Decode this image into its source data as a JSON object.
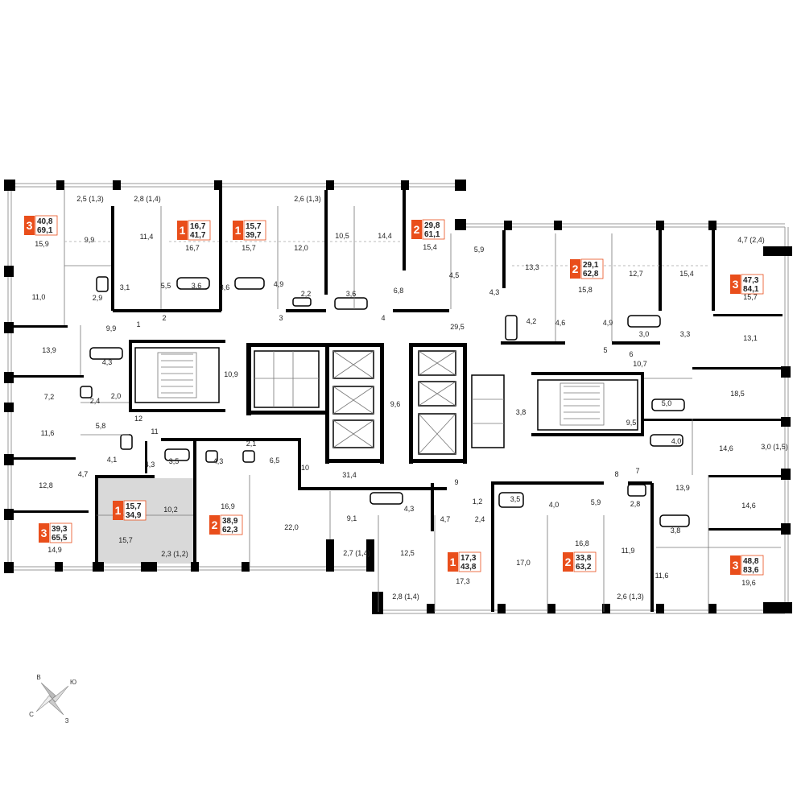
{
  "apartments": [
    {
      "rooms": "3",
      "area_living": "40,8",
      "area_total": "69,1"
    },
    {
      "rooms": "1",
      "area_living": "16,7",
      "area_total": "41,7"
    },
    {
      "rooms": "1",
      "area_living": "15,7",
      "area_total": "39,7"
    },
    {
      "rooms": "2",
      "area_living": "29,8",
      "area_total": "61,1"
    },
    {
      "rooms": "2",
      "area_living": "29,1",
      "area_total": "62,8"
    },
    {
      "rooms": "3",
      "area_living": "47,3",
      "area_total": "84,1"
    },
    {
      "rooms": "1",
      "area_living": "15,7",
      "area_total": "34,9",
      "highlighted": true
    },
    {
      "rooms": "2",
      "area_living": "38,9",
      "area_total": "62,3"
    },
    {
      "rooms": "3",
      "area_living": "39,3",
      "area_total": "65,5"
    },
    {
      "rooms": "1",
      "area_living": "17,3",
      "area_total": "43,8"
    },
    {
      "rooms": "2",
      "area_living": "33,8",
      "area_total": "63,2"
    },
    {
      "rooms": "3",
      "area_living": "48,8",
      "area_total": "83,6"
    }
  ],
  "room_labels": [
    "2,5 (1,3)",
    "2,8 (1,4)",
    "2,6 (1,3)",
    "15,9",
    "9,9",
    "11,4",
    "16,7",
    "15,7",
    "12,0",
    "10,5",
    "14,4",
    "15,4",
    "5,9",
    "13,3",
    "15,8",
    "12,7",
    "15,4",
    "4,7 (2,4)",
    "15,7",
    "11,0",
    "2,9",
    "3,1",
    "5,5",
    "3,6",
    "3,6",
    "4,9",
    "2,2",
    "3,6",
    "6,8",
    "4,5",
    "4,3",
    "4,2",
    "4,6",
    "4,9",
    "3,0",
    "3,3",
    "9,9",
    "29,5",
    "13,1",
    "13,9",
    "4,3",
    "10,9",
    "10,7",
    "9,6",
    "7,2",
    "2,4",
    "2,0",
    "5,8",
    "18,5",
    "5,0",
    "3,8",
    "9,5",
    "11,6",
    "4,1",
    "4,3",
    "3,5",
    "4,3",
    "2,1",
    "6,5",
    "31,4",
    "4,0",
    "14,6",
    "3,0 (1,5)",
    "4,7",
    "12,8",
    "10,2",
    "16,9",
    "22,0",
    "9,1",
    "4,3",
    "4,7",
    "1,2",
    "2,4",
    "3,5",
    "4,0",
    "5,9",
    "2,8",
    "13,9",
    "14,6",
    "14,9",
    "15,7",
    "2,3 (1,2)",
    "2,7 (1,4)",
    "12,5",
    "17,3",
    "17,0",
    "16,8",
    "11,9",
    "3,8",
    "11,6",
    "19,6",
    "2,8 (1,4)",
    "2,6 (1,3)"
  ],
  "door_numbers": [
    "1",
    "2",
    "3",
    "4",
    "5",
    "6",
    "7",
    "8",
    "9",
    "10",
    "11",
    "12"
  ],
  "compass": {
    "north": "В",
    "east": "Ю",
    "south": "З",
    "west": "С"
  },
  "colors": {
    "accent": "#e94e1b",
    "highlight": "#d9d9d9",
    "wall": "#000000"
  }
}
